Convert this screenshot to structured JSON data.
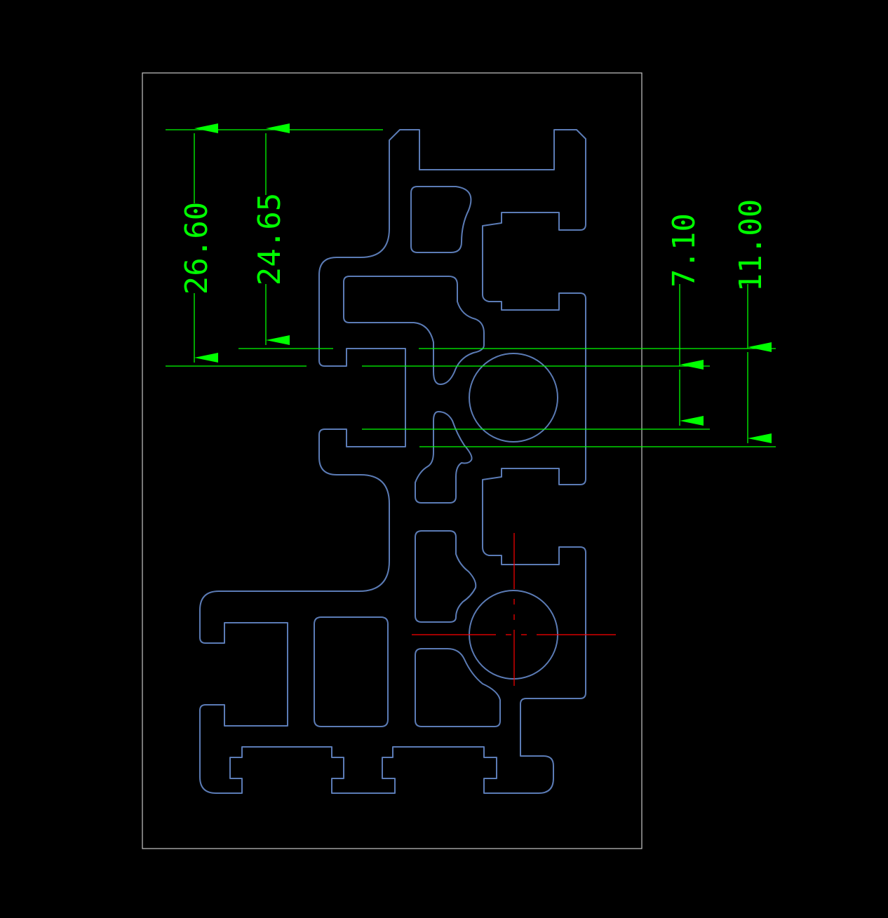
{
  "colors": {
    "background": "#000000",
    "frame": "#c8c8c8",
    "profile": "#5b7bb5",
    "dimension": "#00ff00",
    "center_mark": "#ff0000"
  },
  "dimensions": {
    "d1": "26.60",
    "d2": "24.65",
    "d3": "7.10",
    "d4": "11.00"
  }
}
